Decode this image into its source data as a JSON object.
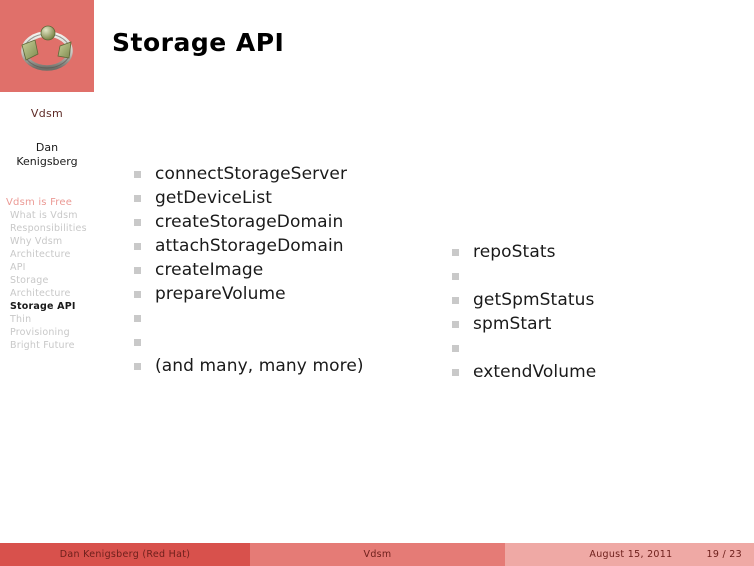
{
  "logo": {
    "icon": "vdsm-ring-logo",
    "background_color": "#e0706a"
  },
  "sidebar": {
    "title": "Vdsm",
    "author_line1": "Dan",
    "author_line2": "Kenigsberg",
    "nav": [
      {
        "label": "Vdsm is Free",
        "type": "section",
        "current": false
      },
      {
        "label": "What is Vdsm",
        "type": "item",
        "current": false
      },
      {
        "label": "Responsibilities",
        "type": "item",
        "current": false
      },
      {
        "label": "Why Vdsm",
        "type": "item",
        "current": false
      },
      {
        "label": "Architecture",
        "type": "item",
        "current": false
      },
      {
        "label": "API",
        "type": "item",
        "current": false
      },
      {
        "label": "Storage",
        "type": "item",
        "current": false
      },
      {
        "label": "Architecture",
        "type": "item",
        "current": false
      },
      {
        "label": "Storage API",
        "type": "item",
        "current": true
      },
      {
        "label": "Thin",
        "type": "item",
        "current": false
      },
      {
        "label": "Provisioning",
        "type": "item",
        "current": false
      },
      {
        "label": "Bright Future",
        "type": "item",
        "current": false
      }
    ],
    "section_color": "#eb9a95",
    "item_color": "#c8c8c8",
    "current_color": "#1a1a1a"
  },
  "slide": {
    "title": "Storage API",
    "left_column": [
      {
        "text": "connectStorageServer"
      },
      {
        "text": "getDeviceList"
      },
      {
        "text": "createStorageDomain"
      },
      {
        "text": "attachStorageDomain"
      },
      {
        "text": "createImage"
      },
      {
        "text": "prepareVolume"
      },
      {
        "text": ""
      },
      {
        "text": ""
      },
      {
        "text": "(and many, many more)"
      }
    ],
    "right_column": [
      {
        "text": "repoStats"
      },
      {
        "text": ""
      },
      {
        "text": "getSpmStatus"
      },
      {
        "text": "spmStart"
      },
      {
        "text": ""
      },
      {
        "text": "extendVolume"
      }
    ],
    "bullet_color": "#c9c9c9"
  },
  "footer": {
    "author": "Dan Kenigsberg  (Red Hat)",
    "subject": "Vdsm",
    "date": "August 15, 2011",
    "page": "19 / 23",
    "author_bg": "#d8514c",
    "subject_bg": "#e57b76",
    "meta_bg": "#efa9a5",
    "text_color": "#6e201c"
  }
}
